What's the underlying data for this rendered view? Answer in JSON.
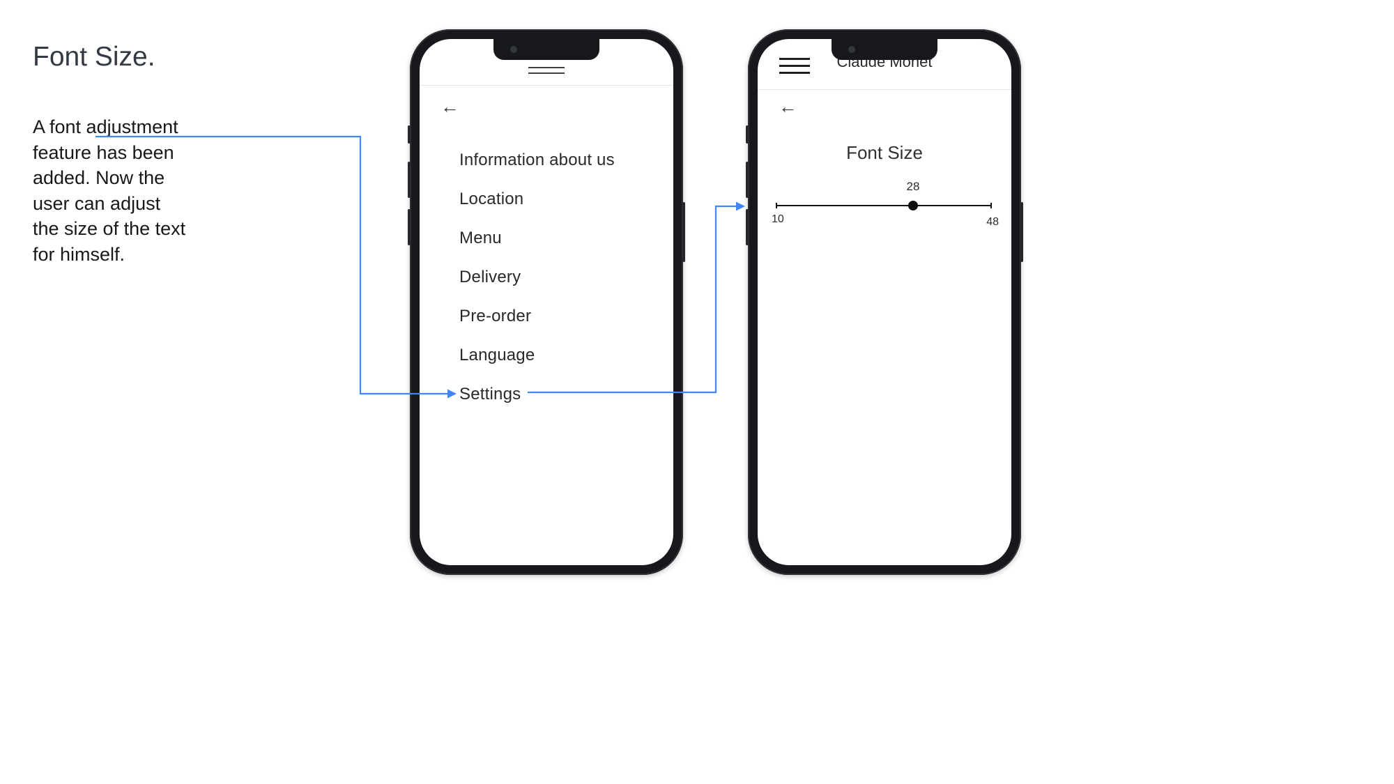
{
  "annotation": {
    "title": "Font Size.",
    "description": "A font adjustment\nfeature has been\nadded. Now the\nuser can adjust\nthe size of the text\nfor himself."
  },
  "phone_menu": {
    "back_icon": "←",
    "items": [
      "Information about us",
      "Location",
      "Menu",
      "Delivery",
      "Pre-order",
      "Language",
      "Settings"
    ]
  },
  "phone_font_size": {
    "header_title": "Claude Monet",
    "back_icon": "←",
    "title": "Font Size",
    "slider": {
      "value": "28",
      "min": "10",
      "max": "48"
    }
  },
  "colors": {
    "accent": "#4285f4"
  }
}
